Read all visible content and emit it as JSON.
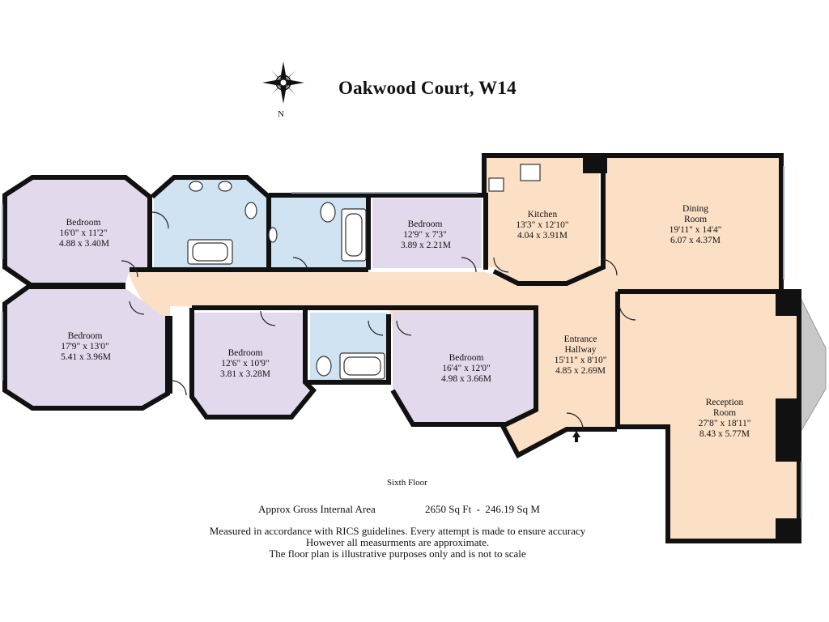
{
  "title": "Oakwood Court, W14",
  "compass_label": "N",
  "floor_label": "Sixth Floor",
  "area": {
    "label": "Approx Gross Internal Area",
    "value": "2650 Sq Ft  -  246.19 Sq M"
  },
  "disclaimer": [
    "Measured in accordance with RICS guidelines. Every attempt is made to ensure accuracy",
    "However all measurments are approximate.",
    "The floor plan is illustrative purposes only and is not to scale"
  ],
  "rooms": [
    {
      "name": "Bedroom",
      "imperial": "16'0\" x 11'2\"",
      "metric": "4.88 x 3.40M"
    },
    {
      "name": "Bedroom",
      "imperial": "17'9\" x 13'0\"",
      "metric": "5.41 x 3.96M"
    },
    {
      "name": "Bedroom",
      "imperial": "12'9\" x 7'3\"",
      "metric": "3.89 x 2.21M"
    },
    {
      "name": "Kitchen",
      "imperial": "13'3\" x 12'10\"",
      "metric": "4.04 x 3.91M"
    },
    {
      "name": "Dining",
      "name2": "Room",
      "imperial": "19'11\" x 14'4\"",
      "metric": "6.07 x 4.37M"
    },
    {
      "name": "Bedroom",
      "imperial": "12'6\" x 10'9\"",
      "metric": "3.81 x 3.28M"
    },
    {
      "name": "Bedroom",
      "imperial": "16'4\" x 12'0\"",
      "metric": "4.98 x 3.66M"
    },
    {
      "name": "Entrance",
      "name2": "Hallway",
      "imperial": "15'11\" x 8'10\"",
      "metric": "4.85 x 2.69M"
    },
    {
      "name": "Reception",
      "name2": "Room",
      "imperial": "27'8\" x 18'11\"",
      "metric": "8.43 x 5.77M"
    }
  ],
  "colors": {
    "bedroom": "#e3d9ec",
    "bathroom": "#cfe3f2",
    "living": "#fbe0c6",
    "wall": "#111111",
    "window": "#9aa7b3"
  }
}
